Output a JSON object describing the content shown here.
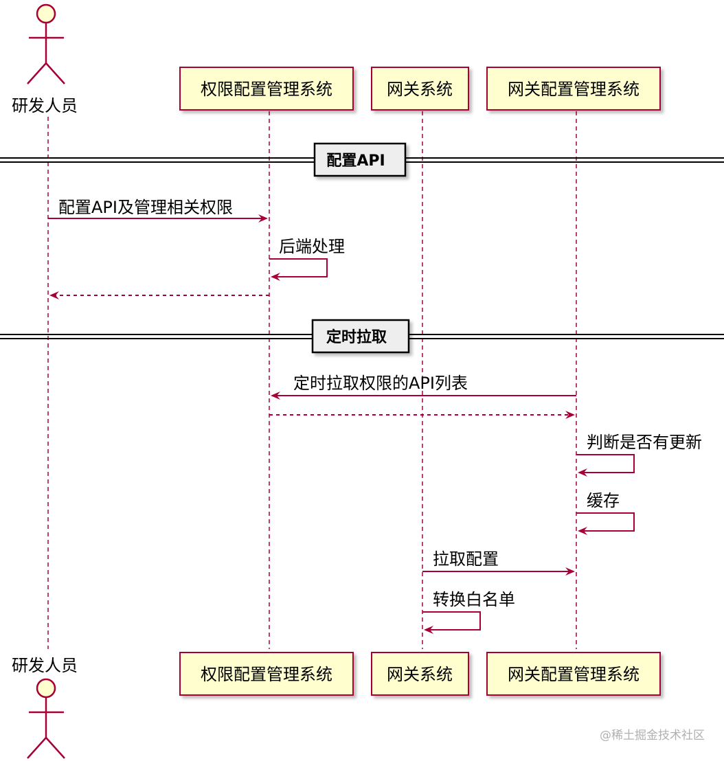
{
  "actor": {
    "name": "研发人员"
  },
  "participants": [
    {
      "name": "权限配置管理系统"
    },
    {
      "name": "网关系统"
    },
    {
      "name": "网关配置管理系统"
    }
  ],
  "sections": [
    {
      "title": "配置API"
    },
    {
      "title": "定时拉取"
    }
  ],
  "messages": [
    {
      "text": "配置API及管理相关权限"
    },
    {
      "text": "后端处理"
    },
    {
      "text": "定时拉取权限的API列表"
    },
    {
      "text": "判断是否有更新"
    },
    {
      "text": "缓存"
    },
    {
      "text": "拉取配置"
    },
    {
      "text": "转换白名单"
    }
  ],
  "watermark": "@稀土掘金技术社区",
  "colors": {
    "line": "#a80036",
    "box_fill": "#fefece",
    "header_fill": "#eeeeee"
  }
}
